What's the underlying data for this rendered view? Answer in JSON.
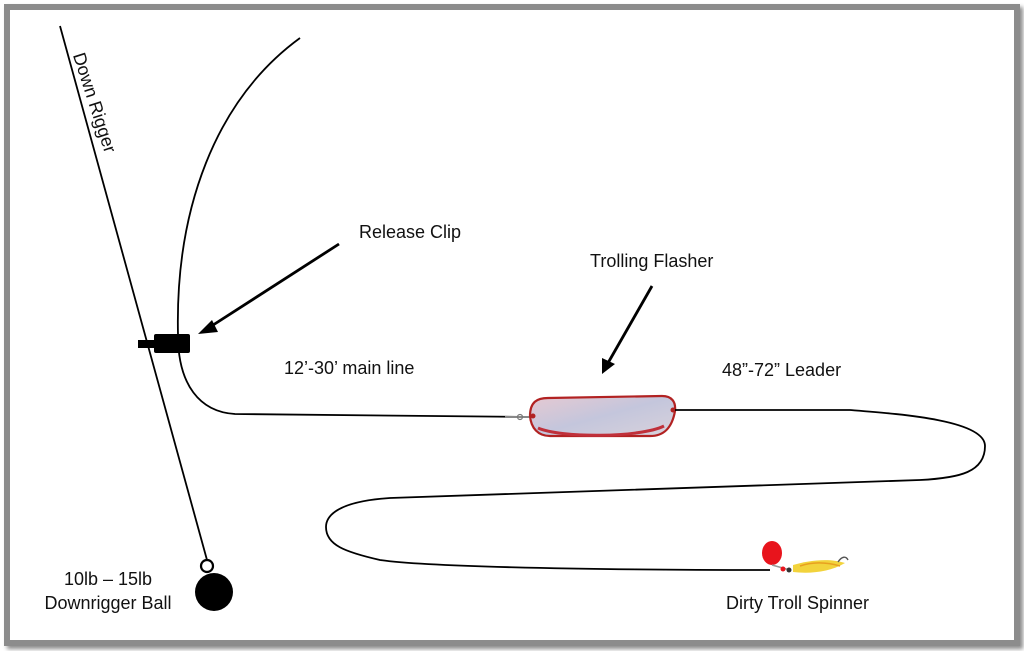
{
  "labels": {
    "down_rigger": "Down Rigger",
    "release_clip": "Release Clip",
    "trolling_flasher": "Trolling Flasher",
    "main_line": "12’-30’  main line",
    "leader": "48”-72” Leader",
    "ball_weight": "10lb – 15lb",
    "ball_name": "Downrigger Ball",
    "spinner": "Dirty Troll Spinner"
  },
  "colors": {
    "line": "#000000",
    "flasher_border": "#b22222",
    "flasher_fill": "#c9c9d6",
    "spinner_blade": "#e8141c",
    "spinner_body": "#f2d33c",
    "frame": "#8c8c8c"
  }
}
